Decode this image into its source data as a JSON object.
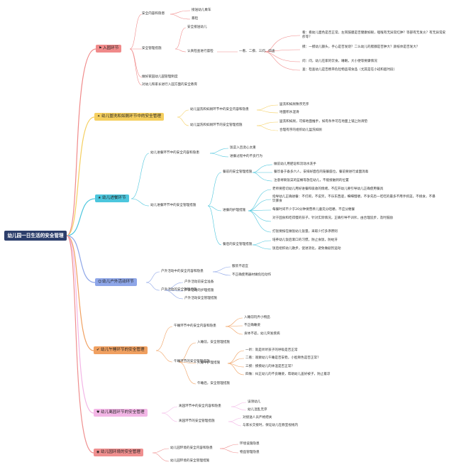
{
  "root": "幼儿园一日生活的安全管理",
  "colors": {
    "root": "#2c3e6b",
    "s1": "#f08a8a",
    "s2": "#f5cf5f",
    "s3": "#4cc6dd",
    "s4": "#8ea6e8",
    "s5": "#f0a060",
    "s6": "#f3b6e6",
    "s7": "#ef8f8f"
  },
  "icons": {
    "s1": "flag-icon",
    "s2": "sparkle-icon",
    "s3": "star-icon",
    "s4": "people-icon",
    "s5": "checklist-icon",
    "s6": "heart-icon",
    "s7": "globe-icon"
  },
  "sections": [
    {
      "label": "入园环节",
      "items": [
        "安全内容和隐患",
        "安全管理措施",
        "做好家园幼儿园管理制度",
        "对幼儿和家长进行入园方面的安全教育"
      ],
      "hazards": [
        "接送幼儿乘车",
        "暴检"
      ],
      "measures": [
        "安全接送幼儿",
        "认真检查进行晨检"
      ],
      "check_steps": "一看、二摸、三问、四查",
      "check_details": [
        "看：看幼儿面色是否正常，左耳鼓膜是否健康如眼，咽喉有无异常红肿？等部有无发炎？有无异常皮疹等？",
        "摸：一摸幼儿额头，手心是否发烧？二么幼儿的腮腺是否肿大？颜核体是否发大？",
        "问：问，幼儿在家的饮食，睡眠，大小便等要康情况",
        "查：检查幼儿是否携带危险物品或食品（尤其是在小班和超时段）"
      ]
    },
    {
      "label": "幼儿盥洗和如厕环节中的安全管理",
      "items": [
        "幼儿盥洗和如厕环节中的安全内容和隐患",
        "幼儿盥洗和如厕环节的安全管理措施"
      ],
      "hazards": [
        "盥洗和如厕秩序无序",
        "地面积水湿滑"
      ],
      "measures": [
        "盥洗和如厕，可排地面推手，如有条件可在地面上铺上防滑垫",
        "合理有序的组织幼儿盥洗如厕"
      ]
    },
    {
      "label": "幼儿进餐环节",
      "items": [
        "幼儿进餐环节中的安全内容和隐患",
        "幼儿进餐环节中的安全管理措施"
      ],
      "hazards": [
        "饭菜入且烫心太重",
        "进餐过程中的不良行为"
      ],
      "groups": [
        {
          "label": "餐前的安全管理措施",
          "items": [
            "做前幼儿用肥皂和流动水洗手",
            "餐饮备于备多六人，安排好面包的笼餐座位，餐前要进行桌面消毒",
            "注意将碗饭菜的蓝桶等放在幼儿，不能接触到的位置"
          ]
        },
        {
          "label": "进餐的护理措施",
          "items": [
            "老师要密切幼儿用好进餐和吸收的情绪，不应开幼儿要引导幼儿正确使用餐具",
            "指导幼儿正确进餐：不打闹，不说笑，不乐东西逻，细细慢嚼，不争先恐一吃吃的最多不用手抓菜，不挑食，不暴饮暴食",
            "每餐时间不少于20分钟要营养儿童充分咀嚼，不应分催餐",
            "对于固食和吃得慢的孩子，针对实际情况，正确引导不训斥，由合理追步，及时鼓励",
            "打饭要按在做饭幼儿饭量，采取少打多添原则"
          ]
        },
        {
          "label": "餐后的安全管理措施",
          "items": [
            "培养幼儿饭后漱口的习惯，防止食饭，防蛀牙",
            "饭后组织幼儿散步，促进消化，避免做剧烈运动"
          ]
        }
      ]
    },
    {
      "label": "幼儿户外活动环节",
      "items": [
        "户外活动中的安全内容和隐患",
        "户外活动的安全管理措施"
      ],
      "hazards": [
        "服装不适宜",
        "不正确使用器材做危险动作"
      ],
      "measures": [
        "户外活动前安全准备",
        "户外活动的护理措施",
        "户外活动安全管理措施"
      ]
    },
    {
      "label": "幼儿午睡环节的安全管理",
      "items": [
        "午睡环节中的安全内容和隐患",
        "午睡环节的安全管理措施"
      ],
      "hazards": [
        "入睡前玩弄小物品",
        "不正确睡姿",
        "身体不适，幼儿突发疾病"
      ],
      "measures": [
        "入睡前，安全管理措施",
        "入睡中护理措施",
        "午睡后，安全管理措施"
      ],
      "sleep_checks": [
        "一听：就是听听孩子的呼吸是否正常",
        "二看：观察幼儿午睡是否安稳，小脸颊色是否正常？",
        "三摸：摸摸幼儿的体温是否正常？",
        "四做：纠正幼儿的不良睡姿，帮助幼儿盖好被子，防止着凉"
      ]
    },
    {
      "label": "幼儿离园环节的安全管理",
      "items": [
        "离园环节中的安全内容和隐患",
        "离园环节的安全管理措施"
      ],
      "hazards": [
        "误领幼儿",
        "幼儿混乱无序"
      ],
      "measures": [
        "对接送人员严格把关",
        "与家长交接时，保证幼儿在教室视线内"
      ]
    },
    {
      "label": "幼儿园环境的安全管理",
      "items": [
        "幼儿园环境的安全内容和隐患",
        "幼儿园环境的安全管理措施"
      ],
      "hazards": [
        "环境设施隐患",
        "物品管理隐患"
      ]
    }
  ]
}
